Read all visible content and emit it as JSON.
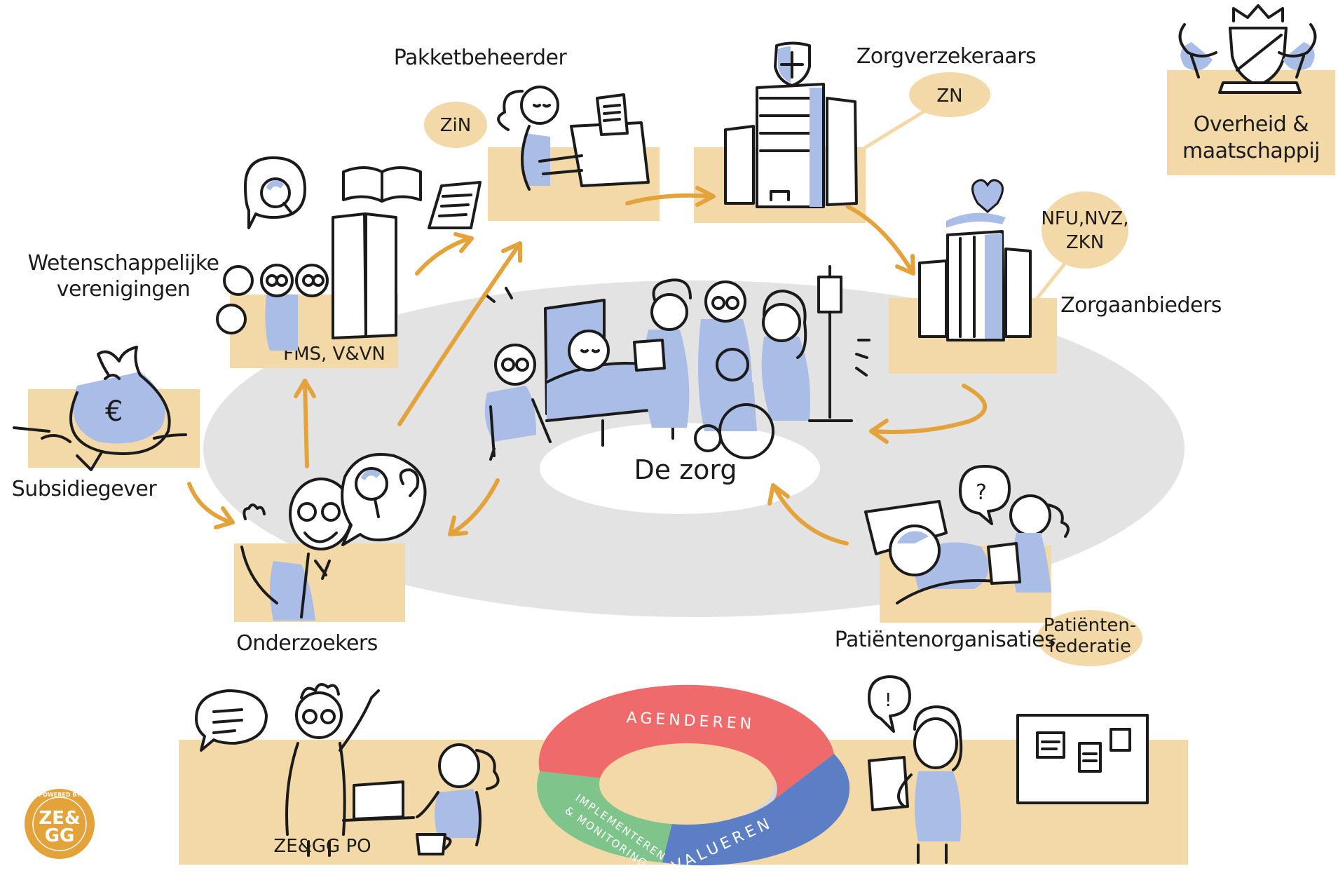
{
  "diagram": {
    "center_label": "De zorg",
    "actors": {
      "pakketbeheerder": "Pakketbeheerder",
      "zin": "ZiN",
      "zorgverzekeraars": "Zorgverzekeraars",
      "zn": "ZN",
      "overheid_line1": "Overheid &",
      "overheid_line2": "maatschappij",
      "nfu_line1": "NFU,NVZ,",
      "nfu_line2": "ZKN",
      "zorgaanbieders": "Zorgaanbieders",
      "wetenschappelijke_line1": "Wetenschappelijke",
      "wetenschappelijke_line2": "verenigingen",
      "fms": "FMS, V&VN",
      "subsidiegever": "Subsidiegever",
      "onderzoekers": "Onderzoekers",
      "patientenorganisaties": "Patiëntenorganisaties",
      "patientenfederatie_line1": "Patiënten-",
      "patientenfederatie_line2": "federatie"
    },
    "cycle": {
      "agenderen": "AGENDEREN",
      "implementeren_line1": "IMPLEMENTEREN",
      "implementeren_line2": "& MONITORING",
      "evalueren": "EVALUEREN",
      "colors": {
        "agenderen": "#ef6b6b",
        "implementeren": "#7fc48b",
        "evalueren": "#5b7ec4"
      }
    },
    "bottom": {
      "team_label": "ZE&GG PO"
    },
    "logo": {
      "ring_text": "POWERED BY",
      "line1": "ZE&",
      "line2": "GG"
    },
    "colors": {
      "tan": "#f3d9a8",
      "arrow": "#e3a23a",
      "figure_blue": "#a9bde6",
      "ellipse_gray": "#e3e3e3",
      "logo": "#e3a23a"
    },
    "icons": [
      "speech-bubble-icon",
      "question-mark-icon",
      "exclamation-icon",
      "coffee-cup-icon",
      "laptop-icon",
      "pinboard-icon",
      "money-bag-icon",
      "shield-cross-icon",
      "heart-icon",
      "crown-shield-icon",
      "magnifier-icon",
      "book-icon",
      "document-icon"
    ]
  }
}
